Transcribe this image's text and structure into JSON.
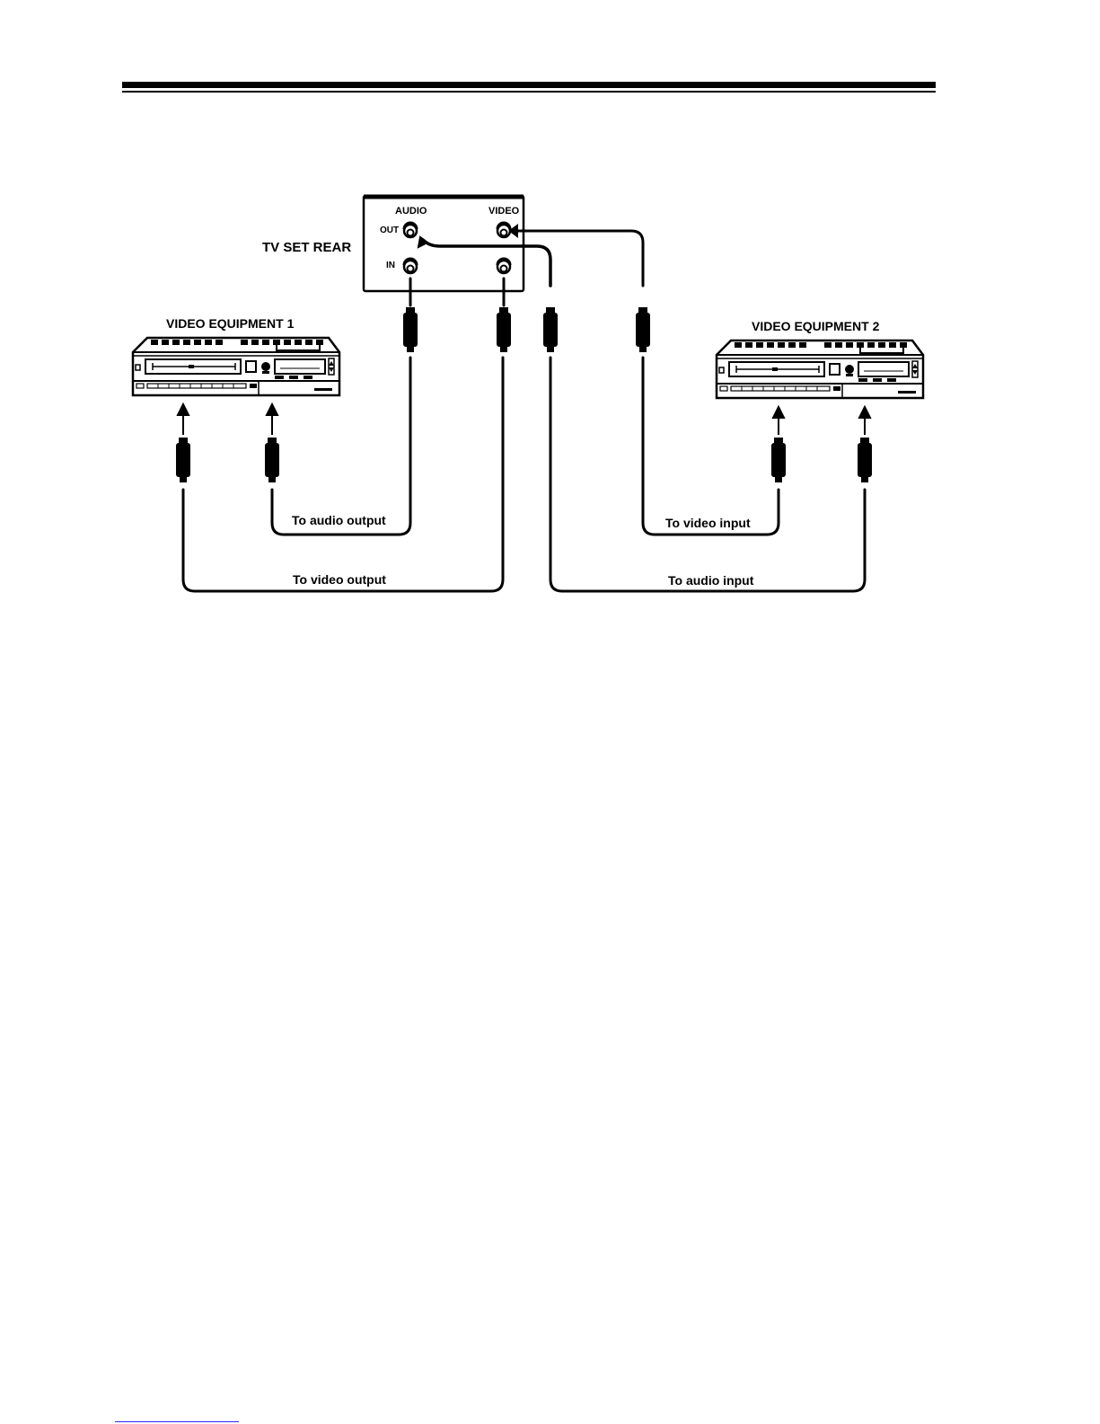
{
  "diagram": {
    "tv_label": "TV SET REAR",
    "tv_audio_label": "AUDIO",
    "tv_video_label": "VIDEO",
    "tv_out_label": "OUT",
    "tv_in_label": "IN",
    "equipment1_label": "VIDEO EQUIPMENT 1",
    "equipment2_label": "VIDEO EQUIPMENT 2",
    "cable_audio_output": "To audio output",
    "cable_video_output": "To video output",
    "cable_video_input": "To video input",
    "cable_audio_input": "To audio input"
  },
  "colors": {
    "line": "#000000",
    "background": "#ffffff"
  }
}
